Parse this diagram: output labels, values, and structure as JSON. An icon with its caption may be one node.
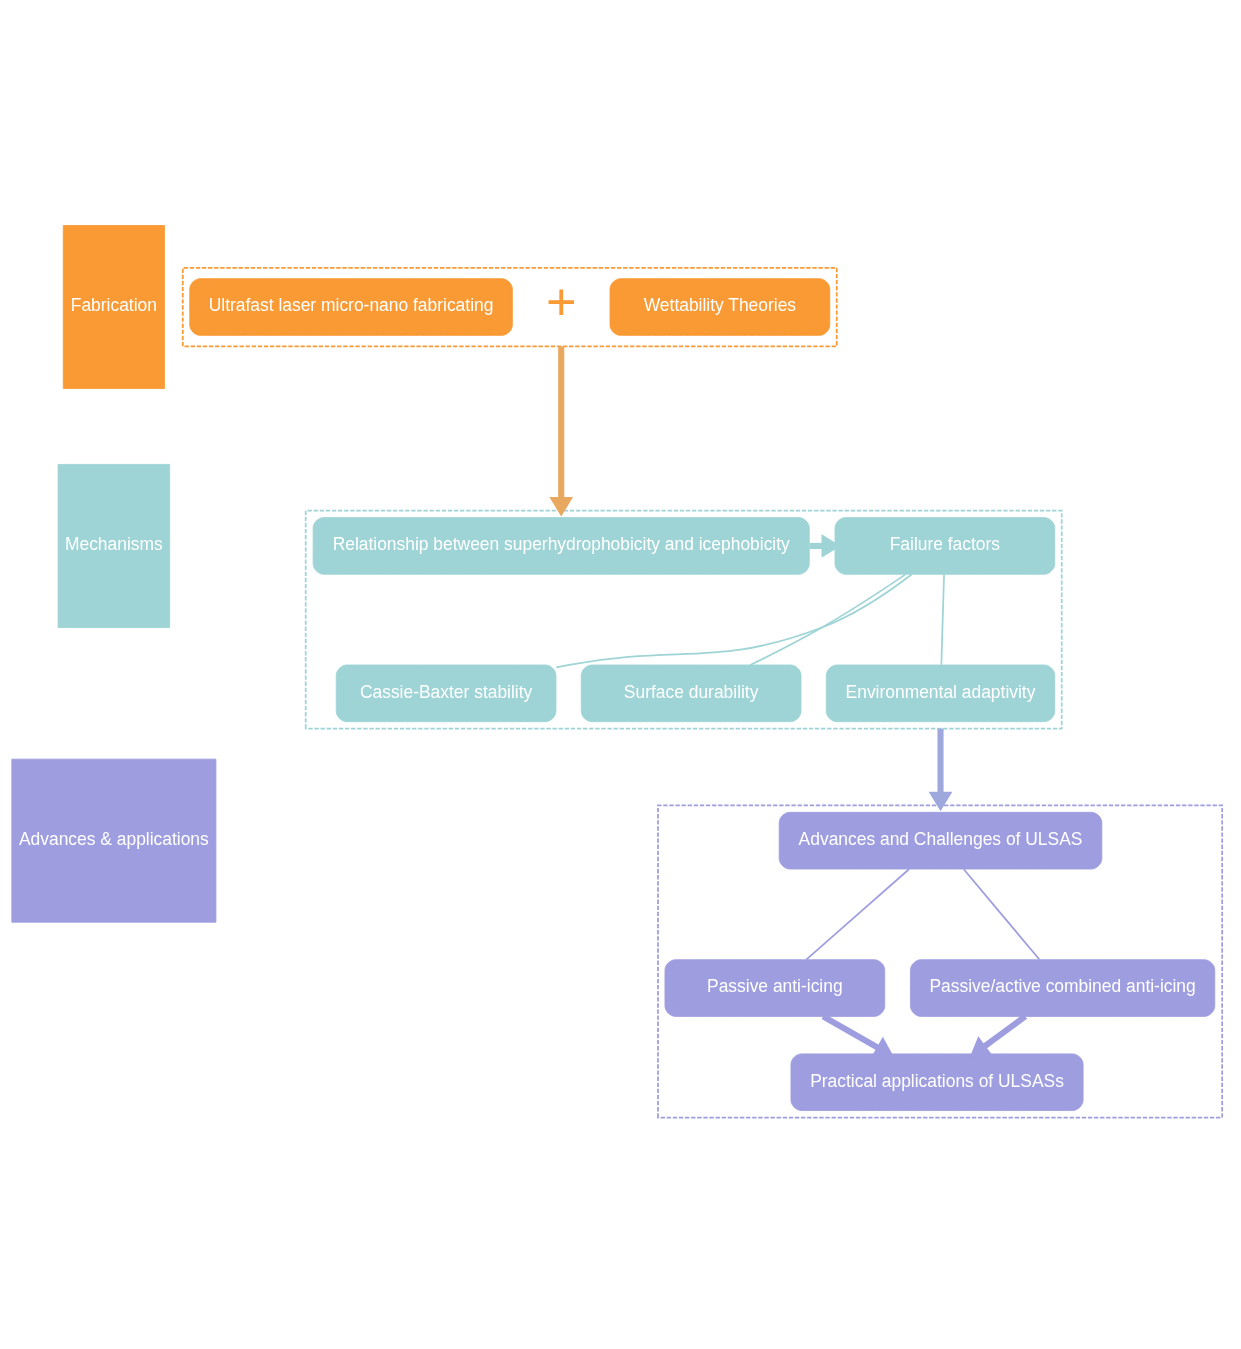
{
  "diagram": {
    "nodes": [
      {
        "text": [
          "Fabrication"
        ]
      },
      {
        "text": [],
        "shape": "box"
      },
      {
        "text": [
          "Wettability Theories"
        ],
        "in": 1
      },
      {
        "text": [
          "+"
        ],
        "in": 1
      },
      {
        "text": [
          "Ultrafast laser micro-nano fabricating"
        ],
        "in": 1
      },
      {
        "text": [
          "Mechanisms"
        ]
      },
      {
        "text": [],
        "shape": "box"
      },
      {
        "text": [
          "Relationship between superhydrophobicity and icephobicity"
        ],
        "in": 6
      },
      {
        "text": [
          "Failure factors"
        ],
        "in": 6
      },
      {
        "text": [
          "Cassie-Baxter stability"
        ],
        "in": 6
      },
      {
        "text": [
          "Surface durability"
        ],
        "in": 6
      },
      {
        "text": [
          "Environmental adaptivity"
        ],
        "in": 6
      },
      {
        "text": [
          "Advances & applications"
        ]
      },
      {
        "text": [],
        "shape": "box"
      },
      {
        "text": [
          "Advances and Challenges of ULSAS"
        ],
        "in": 13
      },
      {
        "text": [
          "Passive anti-icing"
        ],
        "in": 13
      },
      {
        "text": [
          "Passive/active combined anti-icing"
        ],
        "in": 13
      },
      {
        "text": [
          "Practical applications of ULSASs"
        ],
        "in": 13
      }
    ],
    "edges": [
      {
        "from": 1,
        "to": 6,
        "arrow": "to",
        "style": "thick",
        "color": "#e8a860"
      },
      {
        "from": 7,
        "to": 8,
        "arrow": "to",
        "style": "thick",
        "color": "#9fd4d6"
      },
      {
        "from": 8,
        "to": 9,
        "arrow": "none",
        "color": "#9fd4d6"
      },
      {
        "from": 8,
        "to": 10,
        "arrow": "none",
        "color": "#9fd4d6"
      },
      {
        "from": 8,
        "to": 11,
        "arrow": "none",
        "color": "#9fd4d6"
      },
      {
        "from": 6,
        "to": 13,
        "arrow": "to",
        "style": "thick",
        "color": "#9ea8dc"
      },
      {
        "from": 14,
        "to": 15,
        "arrow": "none",
        "color": "#9e9ddf"
      },
      {
        "from": 14,
        "to": 16,
        "arrow": "none",
        "color": "#9e9ddf"
      },
      {
        "from": 15,
        "to": 17,
        "arrow": "to",
        "style": "thick",
        "color": "#9e9ddf"
      },
      {
        "from": 16,
        "to": 17,
        "arrow": "to",
        "style": "thick",
        "color": "#9e9ddf"
      }
    ]
  }
}
